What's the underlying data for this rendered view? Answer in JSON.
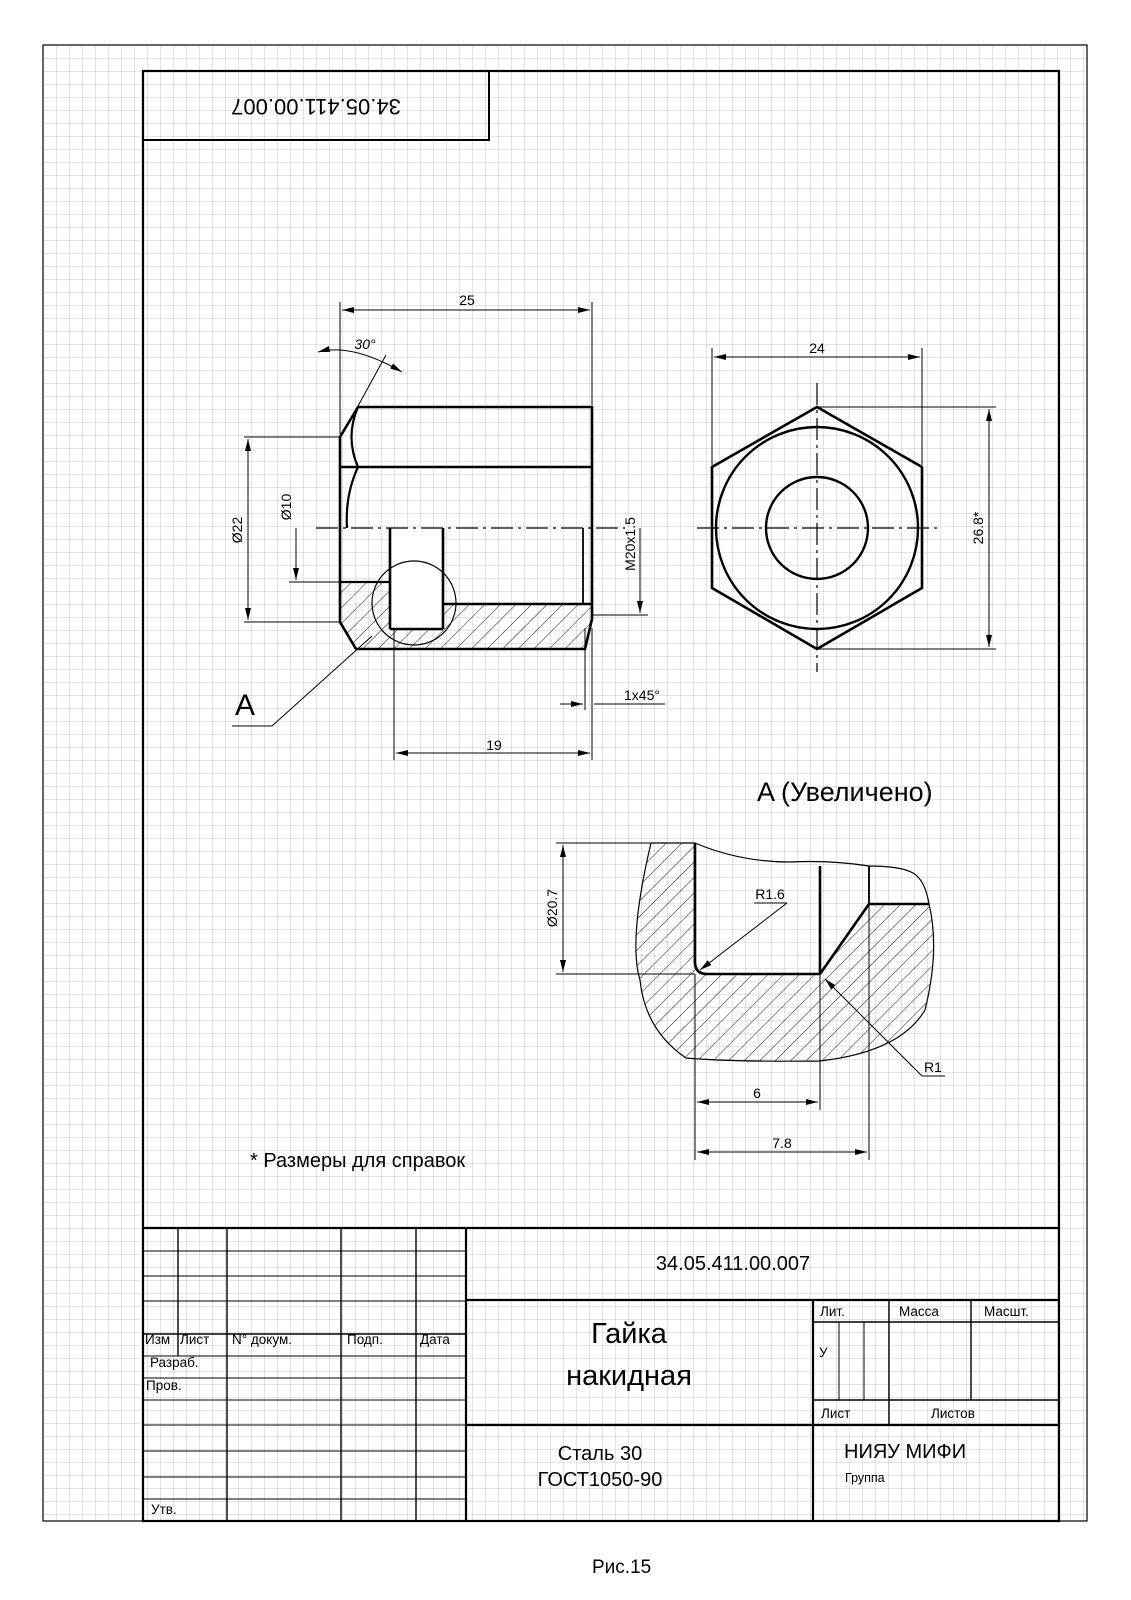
{
  "designation": "34.05.411.00.007",
  "designation_rotated": "34.05.411.00.007",
  "dims": {
    "d25": "25",
    "d30": "30°",
    "d24": "24",
    "d22": "Ø22",
    "d10": "Ø10",
    "thread": "M20x1.5",
    "d268": "26.8*",
    "chamfer": "1x45°",
    "d19": "19",
    "d207": "Ø20.7",
    "r16": "R1.6",
    "r1": "R1",
    "d6": "6",
    "d78": "7.8"
  },
  "view_label": "A",
  "detail_title": "A (Увеличено)",
  "note": "* Размеры для справок",
  "title_block": {
    "col_izm": "Изм",
    "col_list": "Лист",
    "col_doc": "N° докум.",
    "col_sign": "Подп.",
    "col_date": "Дата",
    "razrab": "Разраб.",
    "prov": "Пров.",
    "utv": "Утв.",
    "name_line1": "Гайка",
    "name_line2": "накидная",
    "material_line1": "Сталь 30",
    "material_line2": "ГОСТ1050-90",
    "lit": "Лит.",
    "massa": "Масса",
    "masht": "Масшт.",
    "lit_value": "У",
    "sheet": "Лист",
    "sheets": "Листов",
    "org": "НИЯУ МИФИ",
    "group": "Группа"
  },
  "caption": "Рис.15"
}
